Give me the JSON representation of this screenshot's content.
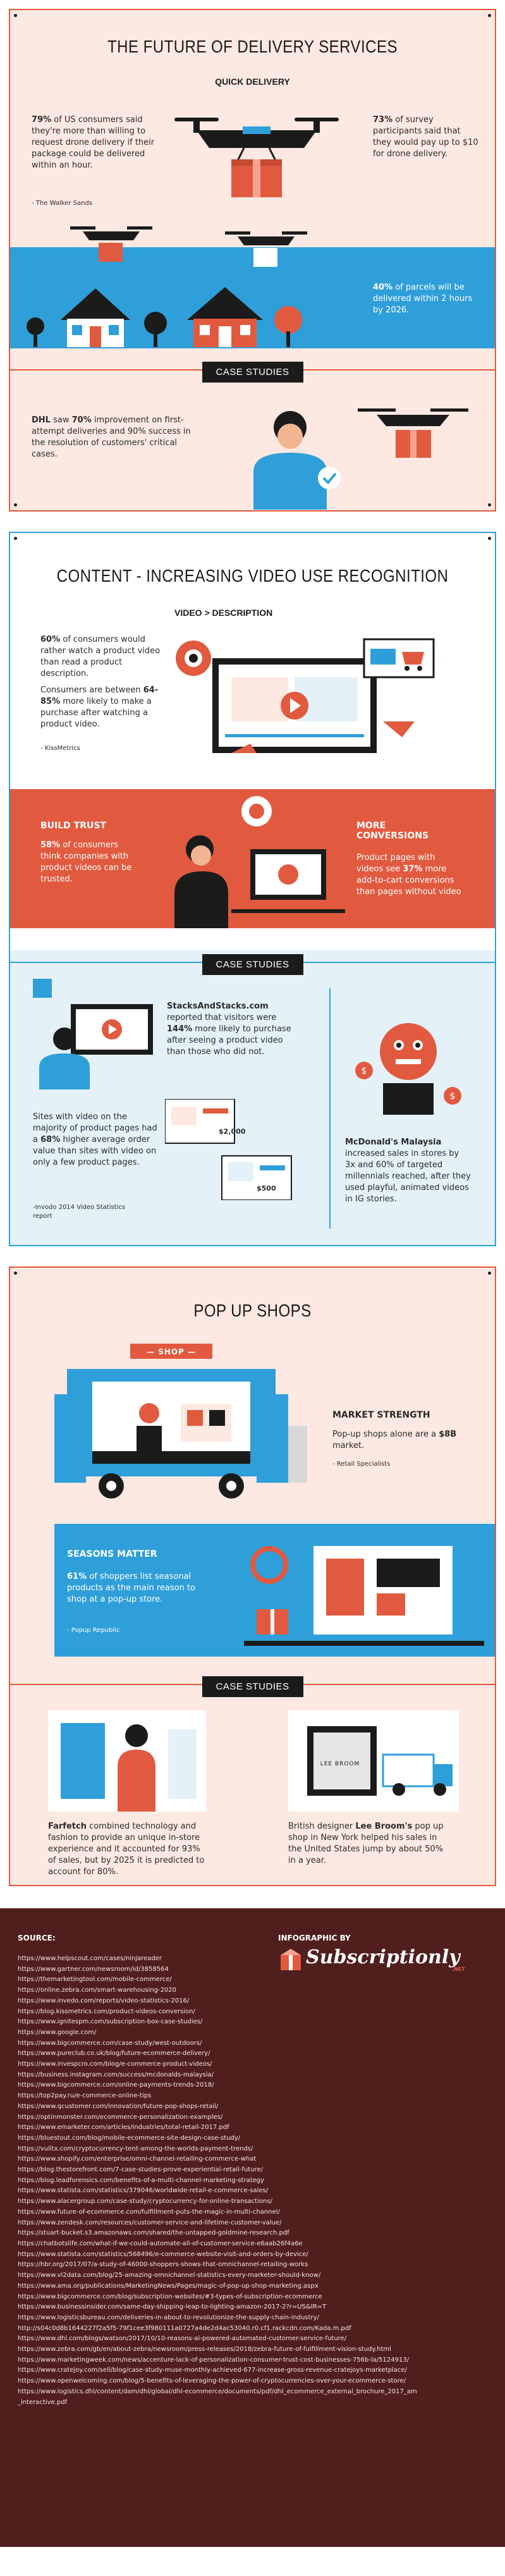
{
  "title": "THE FUTURE OF DELIVERY SERVICES",
  "quick": {
    "heading": "QUICK DELIVERY",
    "left_text": "79% of US consumers said they're more than willing to request drone delivery if their package could be delivered within an hour.",
    "left_bold": "79%",
    "left_rest": " of US consumers said they're more than willing to request drone delivery if their package could be delivered within an hour.",
    "left_source": "- The Walker Sands",
    "right_bold": "73%",
    "right_rest": " of survey participants said that they would pay up to $10 for drone delivery.",
    "blue_bold": "40%",
    "blue_rest": " of parcels will be delivered within 2 hours by 2026."
  },
  "case1": {
    "banner": "CASE STUDIES",
    "bold": "DHL",
    "mid": " saw ",
    "bold2": "70%",
    "rest": " improvement on first-attempt deliveries and 90% success in the resolution of customers' critical cases."
  },
  "video": {
    "title": "CONTENT - INCREASING VIDEO USE RECOGNITION",
    "heading": "VIDEO > DESCRIPTION",
    "p1_bold": "60%",
    "p1_rest": " of consumers would rather watch a product video than read a product description.",
    "p2_a": "Consumers are between ",
    "p2_bold": "64-85%",
    "p2_rest": " more likely to make a purchase after watching a product video.",
    "source": "- KissMetrics",
    "trust_title": "BUILD TRUST",
    "trust_bold": "58%",
    "trust_rest": " of consumers think companies with product videos can be trusted.",
    "conv_title": "MORE CONVERSIONS",
    "conv_a": "Product pages with videos see ",
    "conv_bold": "37%",
    "conv_rest": " more add-to-cart conversions than pages without video"
  },
  "case2": {
    "banner": "CASE STUDIES",
    "stacks_bold": "StacksAndStacks.com",
    "stacks_a": " reported that visitors were ",
    "stacks_bold2": "144%",
    "stacks_rest": " more likely to purchase after seeing a product video than those who did not.",
    "sites_a": "Sites with video on the majority of product pages had a ",
    "sites_bold": "68%",
    "sites_rest": " higher average order value than sites with video on only a few product pages.",
    "source": "-Invodo 2014 Video Statistics report",
    "price1": "$2,000",
    "price2": "$500",
    "mcd_bold": "McDonald's Malaysia",
    "mcd_rest": " increased sales in stores by 3x and 60% of targeted millennials reached, after they used playful, animated videos in IG stories."
  },
  "popup": {
    "title": "POP UP SHOPS",
    "sign": "— SHOP —",
    "market_title": "MARKET STRENGTH",
    "market_a": "Pop-up shops alone are a ",
    "market_bold": "$8B",
    "market_rest": " market.",
    "market_source": "- Retail Specialists",
    "seasons_title": "SEASONS MATTER",
    "seasons_bold": "61%",
    "seasons_rest": " of shoppers list seasonal products as the main reason to shop at a pop-up store.",
    "seasons_source": "- Popup Republic"
  },
  "case3": {
    "banner": "CASE STUDIES",
    "far_bold": "Farfetch",
    "far_rest": " combined technology and fashion to provide an unique in-store experience and it accounted for 93% of sales, but by 2025 it is predicted to account for 80%.",
    "lee_a": "British designer ",
    "lee_bold": "Lee Broom's",
    "lee_rest": " pop up shop in New York helped his sales in the United States jump by about 50% in a year.",
    "lee_logo": "LEE BROOM"
  },
  "footer": {
    "source_label": "SOURCE:",
    "infographic_by": "INFOGRAPHIC BY",
    "brand": "Subscriptionly",
    "brand_suffix": ".NET",
    "links": [
      "https://www.helpscout.com/cases/ninjareader",
      "https://www.gartner.com/newsroom/id/3858564",
      "https://themarketingtool.com/mobile-commerce/",
      "https://online.zebra.com/smart-warehousing-2020",
      "https://www.invedo.com/reports/video-statistics-2016/",
      "https://blog.kissmetrics.com/product-videos-conversion/",
      "https://www.ignitespm.com/subscription-box-case-studies/",
      "https://www.google.com/",
      "https://www.bigcommerce.com/case-study/west-outdoors/",
      "https://www.pureclub.co.uk/blog/future-ecommerce-delivery/",
      "https://www.invespcro.com/blog/e-commerce-product-videos/",
      "https://business.instagram.com/success/mcdonalds-malaysia/",
      "https://www.bigcommerce.com/online-payments-trends-2018/",
      "https://top2pay.ru/e-commerce-online-tips",
      "https://www.qcustomer.com/innovation/future-pop-shops-retail/",
      "https://optinmonster.com/ecommerce-personalization-examples/",
      "https://www.emarketer.com/articles/industries/total-retail-2017.pdf",
      "https://bluestout.com/blog/mobile-ecommerce-site-design-case-study/",
      "https://vulitx.com/cryptocurrency-tent-among-the-worlds-payment-trends/",
      "https://www.shopify.com/enterprise/omni-channel-retailing-commerce-what",
      "https://blog.thestorefront.com/7-case-studies-prove-experiential-retail-future/",
      "https://blog.leadforensics.com/benefits-of-a-multi-channel-marketing-strategy",
      "https://www.statista.com/statistics/379046/worldwide-retail-e-commerce-sales/",
      "https://www.alacergroup.com/case-study/cryptocurrency-for-online-transactions/",
      "https://www.future-of-ecommerce.com/fulfillment-puts-the-magic-in-multi-channel/",
      "https://www.zendesk.com/resources/customer-service-and-lifetime-customer-value/",
      "https://stuart-bucket.s3.amazonaws.com/shared/the-untapped-goldmine-research.pdf",
      "https://chatbotslife.com/what-if-we-could-automate-all-of-customer-service-e6aab26f4a6e",
      "https://www.statista.com/statistics/568496/e-commerce-website-visit-and-orders-by-device/",
      "https://hbr.org/2017/07/a-study-of-46000-shoppers-shows-that-omnichannel-retailing-works",
      "https://www.vl2data.com/blog/25-amazing-omnichannel-statistics-every-marketer-should-know/",
      "https://www.ama.org/publications/MarketingNews/Pages/magic-of-pop-up-shop-marketing.aspx",
      "https://www.bigcommerce.com/blog/subscription-websites/#3-types-of-subscription-ecommerce",
      "https://www.businessinsider.com/same-day-shipping-leap-to-lighting-amazon-2017-2?r=US&IR=T",
      "https://www.logisticsbureau.com/deliveries-in-about-to-revolutionize-the-supply-chain-industry/",
      "http://s04c0d8b1644227f2a5f5-79f1cee3f980111a0727a4de2d4ac53040.r0.cf1.rackcdn.com/Kada.m.pdf",
      "https://www.dhl.com/blogs/watson/2017/10/10-reasons-ai-powered-automated-customer-service-future/",
      "https://www.zebra.com/gb/en/about-zebra/newsroom/press-releases/2018/zebra-future-of-fulfillment-vision-study.html",
      "https://www.marketingweek.com/news/accenture-lack-of-personalization-consumer-trust-cost-businesses-756b-la/5124913/",
      "https://www.cratejoy.com/sell/blog/case-study-muse-monthly-achieved-677-increase-gross-revenue-cratejoys-marketplace/",
      "https://www.openwelcoming.com/blog/5-benefits-of-leveraging-the-power-of-cryptocurrencies-over-your-ecommerce-store/",
      "https://www.logistics.dhl/content/dam/dhl/global/dhl-ecommerce/documents/pdf/dhl_ecommerce_external_brochure_2017_am",
      "_interactive.pdf"
    ]
  },
  "colors": {
    "accent_red": "#e15a3f",
    "accent_blue": "#2f9fd9",
    "panel_pink": "#fde8e2",
    "panel_blue": "#e4f1f8",
    "footer_brown": "#511e1e",
    "dark": "#1b1b1b"
  },
  "icons": [
    "drone-icon",
    "house-icon",
    "tree-icon",
    "package-icon",
    "video-player-icon",
    "cart-icon",
    "check-icon",
    "dollar-icon",
    "shop-icon",
    "truck-icon",
    "gift-icon",
    "box-logo-icon"
  ]
}
